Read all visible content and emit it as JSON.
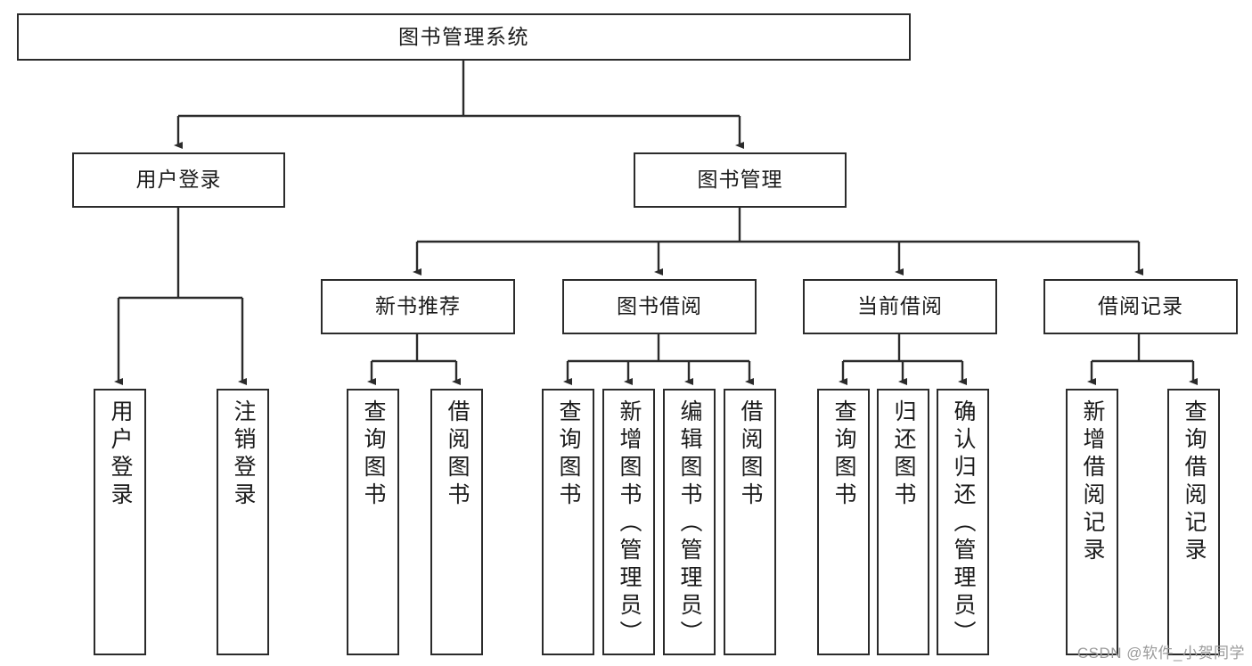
{
  "diagram": {
    "type": "tree",
    "title": "图书管理系统",
    "root": {
      "label": "图书管理系统"
    },
    "level2": [
      {
        "label": "用户登录"
      },
      {
        "label": "图书管理"
      }
    ],
    "level3": [
      {
        "label": "新书推荐"
      },
      {
        "label": "图书借阅"
      },
      {
        "label": "当前借阅"
      },
      {
        "label": "借阅记录"
      }
    ],
    "leaves": {
      "user_login": [
        {
          "label": "用户登录"
        },
        {
          "label": "注销登录"
        }
      ],
      "new_book_recommend": [
        {
          "label": "查询图书"
        },
        {
          "label": "借阅图书"
        }
      ],
      "book_borrow": [
        {
          "label": "查询图书"
        },
        {
          "label": "新增图书（管理员）"
        },
        {
          "label": "编辑图书（管理员）"
        },
        {
          "label": "借阅图书"
        }
      ],
      "current_borrow": [
        {
          "label": "查询图书"
        },
        {
          "label": "归还图书"
        },
        {
          "label": "确认归还（管理员）"
        }
      ],
      "borrow_record": [
        {
          "label": "新增借阅记录"
        },
        {
          "label": "查询借阅记录"
        }
      ]
    }
  },
  "watermark": {
    "text": "CSDN @软件_小贺同学"
  },
  "colors": {
    "stroke": "#2b2b2b",
    "background": "#ffffff",
    "text": "#1b1b1b",
    "watermark": "#9b9b9b"
  }
}
